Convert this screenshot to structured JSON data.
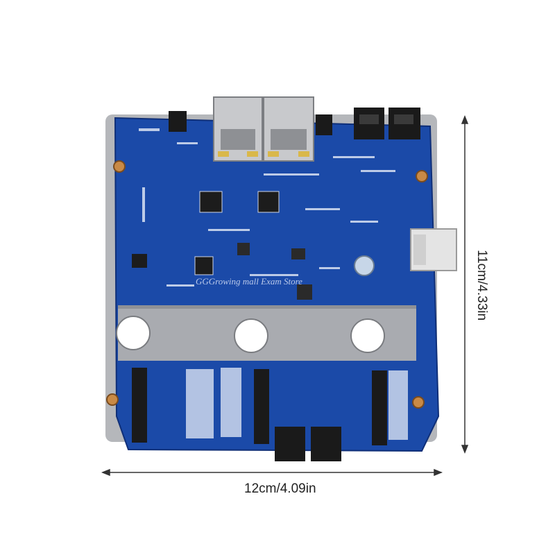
{
  "dimensions": {
    "width_label": "12cm/4.09in",
    "height_label": "11cm/4.33in"
  },
  "watermark": "GGGrowing mall Exam Store",
  "colors": {
    "board_blue": "#1b4aa8",
    "board_dark": "#0f2f78",
    "silkscreen": "#e6ecf7",
    "heatsink_plate": "#a9abb0",
    "connector_black": "#1a1a1a",
    "dimension_line": "#333333"
  }
}
